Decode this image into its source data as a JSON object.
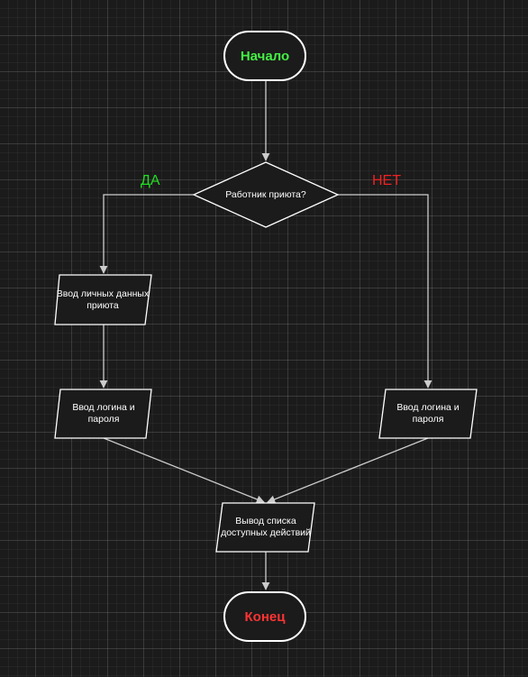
{
  "diagram": {
    "start": {
      "label": "Начало",
      "color": "#44ee44"
    },
    "decision": {
      "label": "Работник приюта?"
    },
    "yes_branch": {
      "label": "ДА",
      "color": "#22dd22"
    },
    "no_branch": {
      "label": "НЕТ",
      "color": "#ee2222"
    },
    "input_shelter_data": {
      "label": "Ввод личных данных приюта"
    },
    "login_left": {
      "label": "Ввод логина и пароля"
    },
    "login_right": {
      "label": "Ввод логина и пароля"
    },
    "output_actions": {
      "label": "Вывод списка доступных действий"
    },
    "end": {
      "label": "Конец",
      "color": "#ff3333"
    },
    "stroke_color": "#ffffff",
    "connector_color": "#cccccc"
  }
}
